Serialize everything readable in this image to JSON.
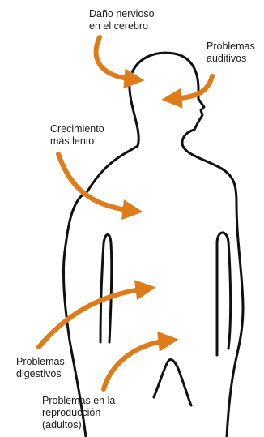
{
  "labels": {
    "nerve_damage": [
      "Daño nervioso",
      "en el cerebro"
    ],
    "hearing": [
      "Problemas",
      "auditivos"
    ],
    "growth": [
      "Crecimiento",
      "más lento"
    ],
    "digestive": [
      "Problemas",
      "digestivos"
    ],
    "reproduction": [
      "Problemas en la",
      "reproducción",
      "(adultos)"
    ]
  },
  "colors": {
    "arrow": "#E07B1A",
    "outline": "#111111",
    "text": "#1a1a1a"
  }
}
